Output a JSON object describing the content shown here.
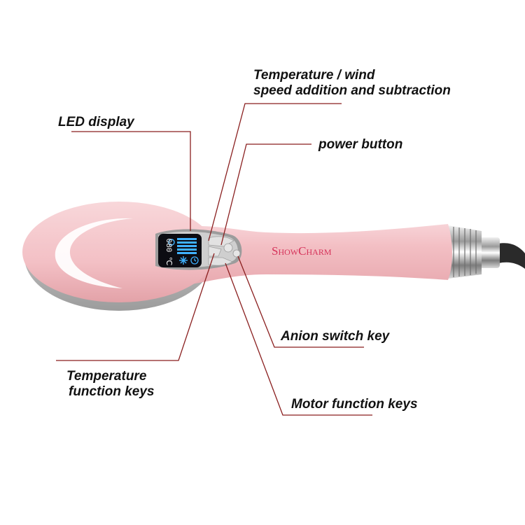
{
  "product": {
    "brand": "ShowCharm",
    "brand_display": {
      "part1_cap": "S",
      "part1_rest": "HOW",
      "part2_cap": "C",
      "part2_rest": "HARM"
    },
    "display_reading": "080 ℃"
  },
  "callouts": {
    "temp_wind_line1": "Temperature / wind",
    "temp_wind_line2": "speed addition and subtraction",
    "led_display": "LED display",
    "power_button": "power button",
    "anion_switch": "Anion switch key",
    "temp_function_line1": "Temperature",
    "temp_function_line2": "function keys",
    "motor_function": "Motor function keys"
  },
  "colors": {
    "body_pink": "#f4c3c8",
    "brand_text": "#d6335a",
    "leader_line": "#8a1f1f",
    "lcd_blue": "#3fb2ff",
    "lcd_bg": "#0c0c12",
    "panel_gray": "#bdbdbd"
  },
  "icons": [
    "fan-icon",
    "snowflake-icon",
    "clock-icon"
  ]
}
